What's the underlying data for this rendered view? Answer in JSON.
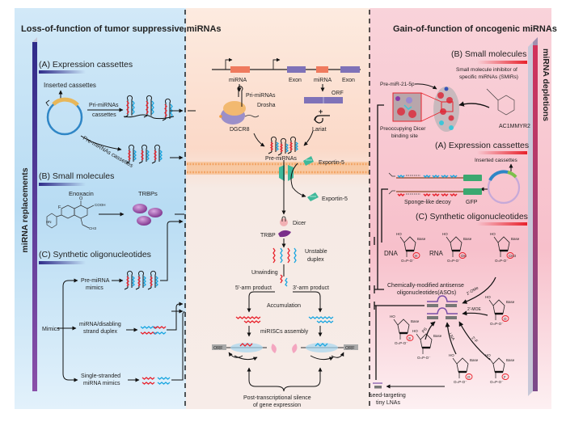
{
  "left_panel": {
    "title": "Loss-of-function of tumor suppressive miRNAs",
    "side_label": "miRNA replacements",
    "sections": {
      "a": "(A) Expression cassettes",
      "b": "(B) Small molecules",
      "c": "(C) Synthetic oligonucleotides"
    },
    "inserted_cassettes": "Inserted cassettes",
    "pri_cassettes_1": "Pri-miRNAs",
    "pri_cassettes_2": "cassettes",
    "pre_cassettes": "Pre-miRNAs cassettes",
    "enoxacin": "Enoxacin",
    "cooh": "COOH",
    "ch3": "CH3",
    "hn": "HN",
    "f_atom": "F",
    "o_atom": "O",
    "trbps": "TRBPs",
    "mimics": "Mimics",
    "pre_mimics_1": "Pre-miRNA",
    "pre_mimics_2": "mimics",
    "duplex_1": "miRNA/disabling",
    "duplex_2": "strand duplex",
    "single_1": "Single-stranded",
    "single_2": "miRNA mimics"
  },
  "center_panel": {
    "mirna_1": "miRNA",
    "exon_1": "Exon",
    "mirna_2": "miRNA",
    "exon_2": "Exon",
    "orf_top": "ORF",
    "pri_mirnas": "Pri-miRNAs",
    "drosha": "Drosha",
    "dgcr8": "DGCR8",
    "lariat": "Lariat",
    "plus": "+",
    "pre_mirnas": "Pre-miRNAs",
    "exportin_1": "Exportin-5",
    "exportin_2": "Exportin-5",
    "dicer": "Dicer",
    "trbp": "TRBP",
    "unstable_1": "Unstable",
    "unstable_2": "duplex",
    "unwinding": "Unwinding",
    "arm5": "5'-arm product",
    "arm3": "3'-arm product",
    "accumulation": "Accumulation",
    "miriscs": "miRISCs assembly",
    "orf_left": "ORF",
    "orf_right": "ORF",
    "silence_1": "Post-transcriptional silence",
    "silence_2": "of gene expression"
  },
  "right_panel": {
    "title": "Gain-of-function of oncogenic miRNAs",
    "side_label": "miRNA depletions",
    "sections": {
      "b": "(B) Small molecules",
      "a": "(A) Expression cassettes",
      "c": "(C) Synthetic oligonucleotides"
    },
    "smir_1": "Small molecule inhibitor of",
    "smir_2": "specific miRNAs (SMIRs)",
    "pre_mir21": "Pre-miR-21-5p",
    "preoccupying_1": "Preoccupying Dicer",
    "preoccupying_2": "binding site",
    "ac1mmyr2": "AC1MMYR2",
    "inserted_cassettes": "Inserted cassettes",
    "sponge": "Sponge-like decoy",
    "gfp": "GFP",
    "dna": "DNA",
    "rna": "RNA",
    "h_mark": "H",
    "oh_mark": "OH",
    "ch3_mark": "CH3",
    "s_mark": "S",
    "f_mark": "F",
    "o_mark": "O",
    "base": "Base",
    "ho": "HO",
    "aso_1": "Chemically-modified antisense",
    "aso_2": "oligonucleotides(ASOs)",
    "ome": "2'-OMe",
    "moe": "2'-MOE",
    "ps": "PS",
    "lna": "LNA",
    "f2": "2'-F",
    "tiny_1": "seed-targeting",
    "tiny_2": "tiny LNAs"
  },
  "colors": {
    "left_bg": "#bfe0f5",
    "center_bg": "#fbe3d6",
    "right_bg": "#f7c5cf",
    "red_strand": "#e8212b",
    "blue_strand": "#1aa6e0",
    "purple": "#4a3a93",
    "magenta_bar": "#c23a5e",
    "exon": "#7f72b8",
    "mirna_gene": "#ef7a5e",
    "exportin": "#3fb99a"
  }
}
